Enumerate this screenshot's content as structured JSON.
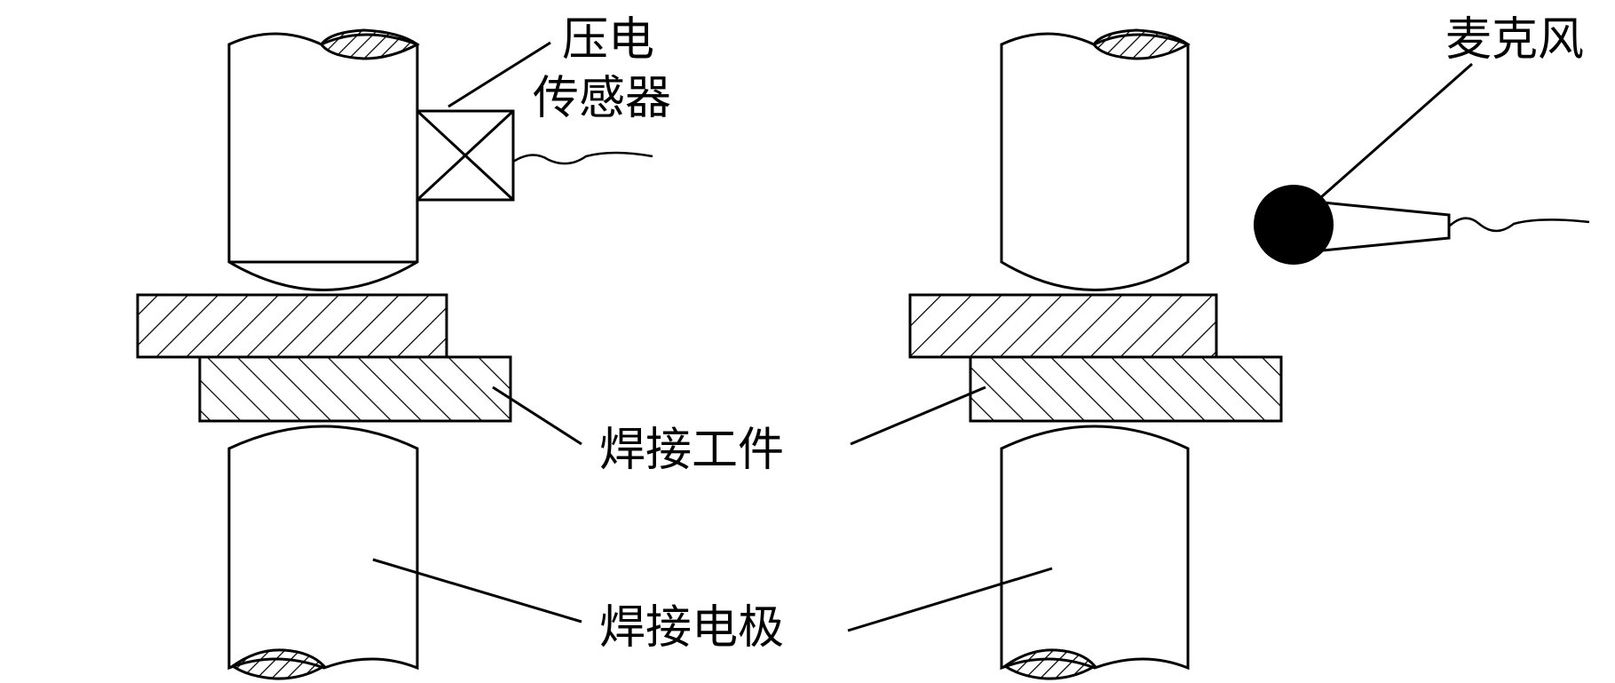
{
  "labels": {
    "piezo_sensor_line1": "压电",
    "piezo_sensor_line2": "传感器",
    "microphone": "麦克风",
    "workpiece": "焊接工件",
    "electrode": "焊接电极"
  }
}
